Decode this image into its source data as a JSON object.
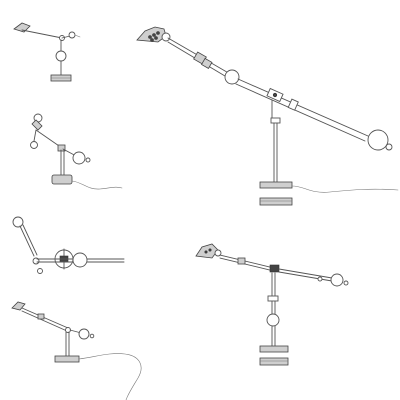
{
  "sheet": {
    "background": "#ffffff",
    "line_color": "#555555",
    "shade_color": "#cfcfcf",
    "views": [
      {
        "name": "lamp-view-small-top",
        "icon": "desk-lamp-icon"
      },
      {
        "name": "lamp-view-large-extended",
        "icon": "desk-lamp-icon"
      },
      {
        "name": "lamp-view-raised-arm",
        "icon": "desk-lamp-icon"
      },
      {
        "name": "lamp-view-plan",
        "icon": "desk-lamp-icon"
      },
      {
        "name": "lamp-view-medium-right",
        "icon": "desk-lamp-icon"
      },
      {
        "name": "lamp-view-lowered-arm",
        "icon": "desk-lamp-icon"
      }
    ]
  }
}
